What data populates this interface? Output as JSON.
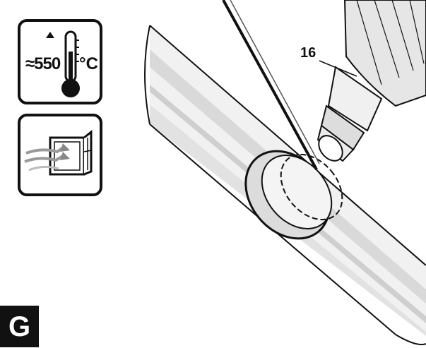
{
  "figure": {
    "label": "G",
    "callout": "16"
  },
  "temperature_icon": {
    "approx_value": "≈550",
    "unit": "°C"
  },
  "ventilation_icon": {
    "icon": "window-ventilation-icon"
  }
}
